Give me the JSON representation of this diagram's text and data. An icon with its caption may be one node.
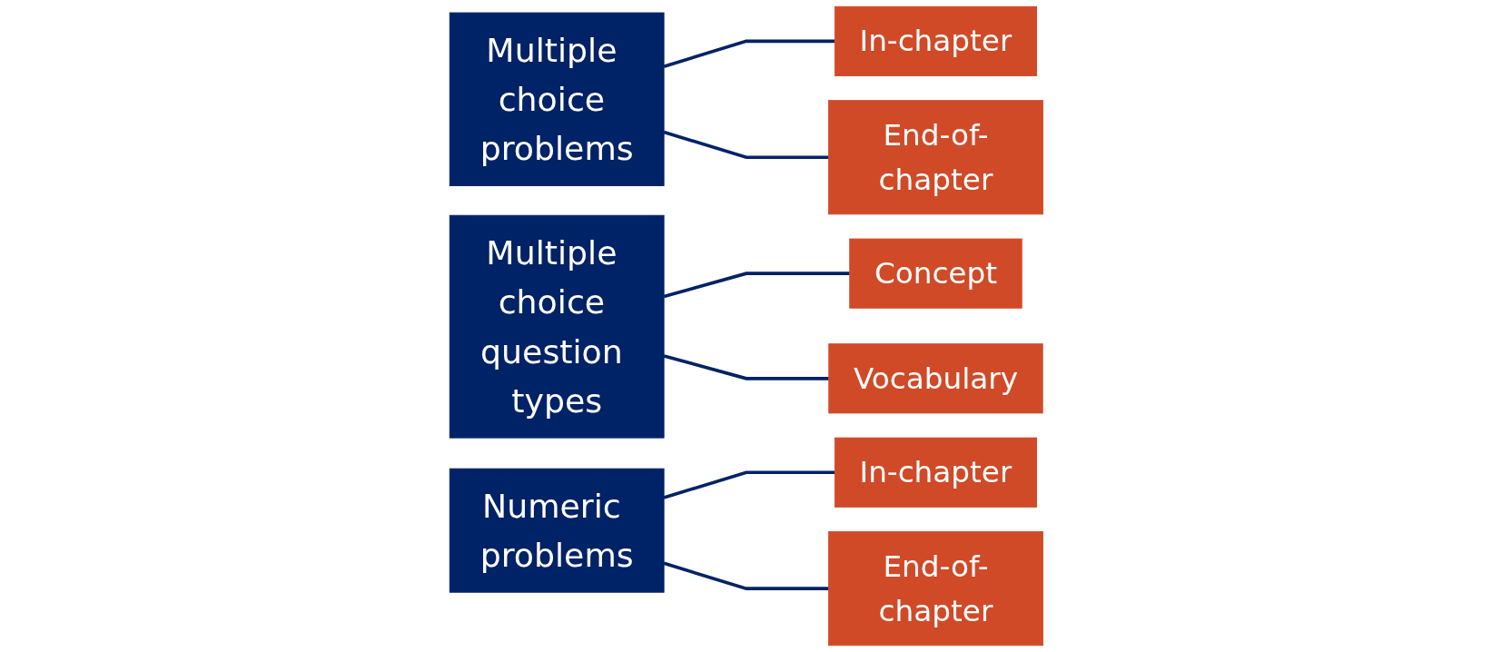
{
  "diagram": {
    "nodes": [
      {
        "text": [
          "Multiple choice problems"
        ]
      },
      {
        "text": [
          "In-chapter"
        ]
      },
      {
        "text": [
          "End-of-chapter"
        ]
      },
      {
        "text": [
          "Multiple choice question types"
        ]
      },
      {
        "text": [
          "Concept"
        ]
      },
      {
        "text": [
          "Vocabulary"
        ]
      },
      {
        "text": [
          "Numeric problems"
        ]
      },
      {
        "text": [
          "In-chapter"
        ]
      },
      {
        "text": [
          "End-of-chapter"
        ]
      }
    ],
    "edges": [
      {
        "from": 0,
        "to": 1,
        "arrow": "none"
      },
      {
        "from": 0,
        "to": 2,
        "arrow": "none"
      },
      {
        "from": 3,
        "to": 4,
        "arrow": "none"
      },
      {
        "from": 3,
        "to": 5,
        "arrow": "none"
      },
      {
        "from": 6,
        "to": 7,
        "arrow": "none"
      },
      {
        "from": 6,
        "to": 8,
        "arrow": "none"
      }
    ]
  }
}
